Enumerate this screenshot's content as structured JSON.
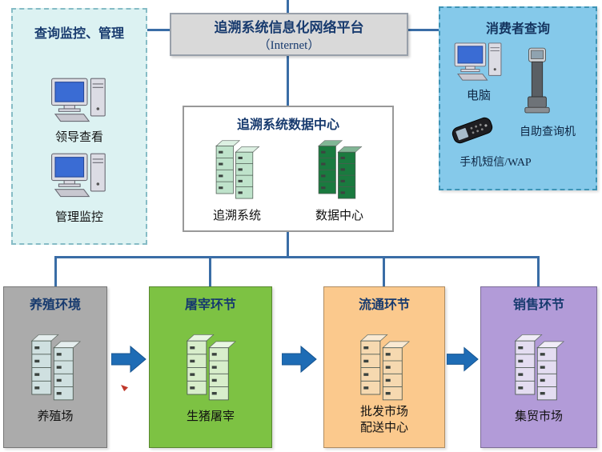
{
  "platform": {
    "title": "追溯系统信息化网络平台",
    "subtitle": "（Internet）"
  },
  "monitor_panel": {
    "title": "查询监控、管理",
    "items": [
      {
        "label": "领导查看"
      },
      {
        "label": "管理监控"
      }
    ]
  },
  "consumer_panel": {
    "title": "消费者查询",
    "computer_label": "电脑",
    "kiosk_label": "自助查询机",
    "phone_label": "手机短信/WAP"
  },
  "data_center": {
    "title": "追溯系统数据中心",
    "servers": [
      {
        "label": "追溯系统"
      },
      {
        "label": "数据中心"
      }
    ]
  },
  "chain": [
    {
      "title": "养殖环境",
      "label": "养殖场"
    },
    {
      "title": "屠宰环节",
      "label": "生猪屠宰"
    },
    {
      "title": "流通环节",
      "label": "批发市场\n配送中心"
    },
    {
      "title": "销售环节",
      "label": "集贸市场"
    }
  ],
  "icons": {
    "server": "double-server-tower",
    "computer": "desktop-monitor-and-tower",
    "kiosk": "self-service-kiosk",
    "phone": "mobile-phone",
    "arrow": "flow-arrow-right"
  },
  "colors": {
    "connector_line": "#3a6da6",
    "flow_arrow": "#1e6cb5",
    "platform_bg": "#d9d9d9",
    "monitor_panel_bg": "#dcf2f2",
    "consumer_panel_bg": "#85c9ea",
    "farm_bg": "#ababab",
    "slaughter_bg": "#7dc243",
    "circulation_bg": "#fbc98d",
    "sales_bg": "#b29bd8",
    "server_light_green": "#bfe3cb",
    "server_dark_green": "#1a7a3f",
    "heading_text": "#173a6e"
  }
}
